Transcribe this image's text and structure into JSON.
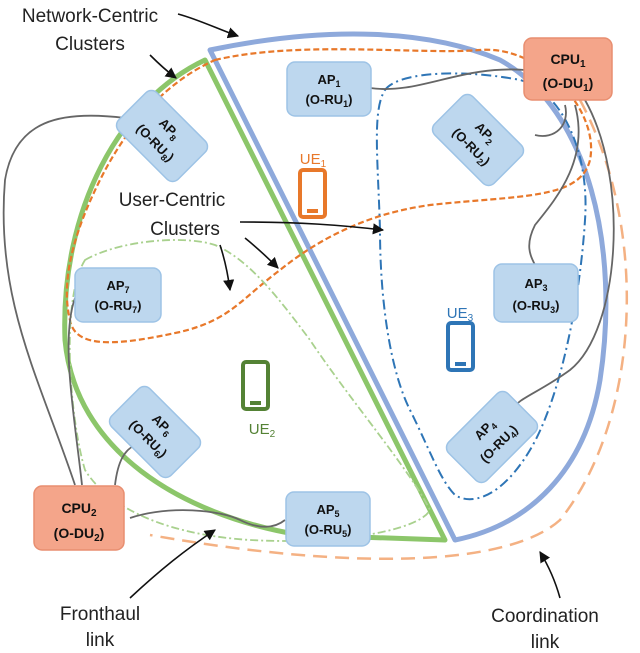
{
  "labels": {
    "network_centric_line1": "Network-Centric",
    "network_centric_line2": "Clusters",
    "user_centric_line1": "User-Centric",
    "user_centric_line2": "Clusters",
    "fronthaul_line1": "Fronthaul",
    "fronthaul_line2": "link",
    "coordination_line1": "Coordination",
    "coordination_line2": "link"
  },
  "cpus": [
    {
      "id": "cpu1",
      "line1": "CPU",
      "sub1": "1",
      "line2": "(O-DU",
      "sub2": "1",
      "close": ")"
    },
    {
      "id": "cpu2",
      "line1": "CPU",
      "sub1": "2",
      "line2": "(O-DU",
      "sub2": "2",
      "close": ")"
    }
  ],
  "aps": [
    {
      "id": "ap1",
      "line1": "AP",
      "sub1": "1",
      "line2": "(O-RU",
      "sub2": "1",
      "close": ")"
    },
    {
      "id": "ap2",
      "line1": "AP",
      "sub1": "2",
      "line2": "(O-RU",
      "sub2": "2",
      "close": ")"
    },
    {
      "id": "ap3",
      "line1": "AP",
      "sub1": "3",
      "line2": "(O-RU",
      "sub2": "3",
      "close": ")"
    },
    {
      "id": "ap4",
      "line1": "AP",
      "sub1": "4",
      "line2": "(O-RU",
      "sub2": "4",
      "close": ")"
    },
    {
      "id": "ap5",
      "line1": "AP",
      "sub1": "5",
      "line2": "(O-RU",
      "sub2": "5",
      "close": ")"
    },
    {
      "id": "ap6",
      "line1": "AP",
      "sub1": "6",
      "line2": "(O-RU",
      "sub2": "6",
      "close": ")"
    },
    {
      "id": "ap7",
      "line1": "AP",
      "sub1": "7",
      "line2": "(O-RU",
      "sub2": "7",
      "close": ")"
    },
    {
      "id": "ap8",
      "line1": "AP",
      "sub1": "8",
      "line2": "(O-RU",
      "sub2": "8",
      "close": ")"
    }
  ],
  "ues": [
    {
      "id": "ue1",
      "label": "UE",
      "sub": "1",
      "color": "#E8782A"
    },
    {
      "id": "ue2",
      "label": "UE",
      "sub": "2",
      "color": "#548235"
    },
    {
      "id": "ue3",
      "label": "UE",
      "sub": "3",
      "color": "#2E75B6"
    }
  ],
  "colors": {
    "ap_fill": "#BDD7EE",
    "ap_stroke": "#9DC3E6",
    "cpu_fill": "#F4A58A",
    "cpu_stroke": "#E88E70",
    "green_cluster": "#8CC66A",
    "blue_cluster": "#8EA9DB",
    "orange_dashed": "#E8782A",
    "blue_dashdot": "#2E75B6",
    "green_dashdot": "#A9D18E",
    "coordination": "#F4B183",
    "fronthaul": "#666666"
  }
}
